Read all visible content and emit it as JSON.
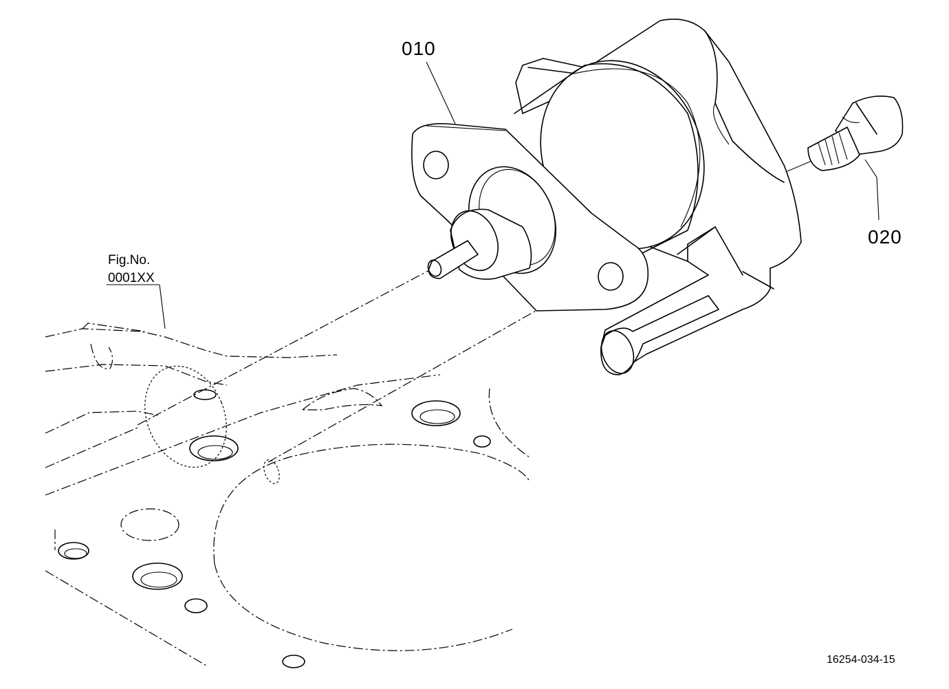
{
  "diagram": {
    "callouts": [
      {
        "id": "010",
        "text": "010"
      },
      {
        "id": "020",
        "text": "020"
      }
    ],
    "figure_reference": {
      "label": "Fig.No.",
      "number": "0001XX"
    },
    "drawing_code": "16254-034-15"
  }
}
